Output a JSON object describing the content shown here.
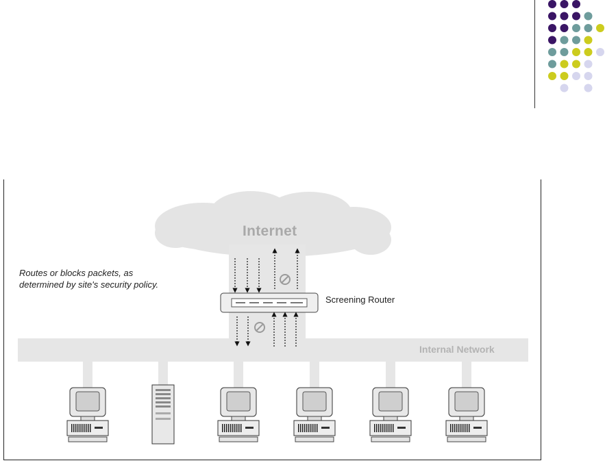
{
  "palette": {
    "purple": "#3a1565",
    "teal": "#6e9c9c",
    "yellow": "#cccc1e",
    "lavender": "#d6d6ee",
    "cloud": "#e4e4e4",
    "network_bar": "#e6e6e6"
  },
  "diagram": {
    "cloud_label": "Internet",
    "router_label": "Screening Router",
    "network_label": "Internal Network",
    "caption_lines": [
      "Routes or blocks packets, as",
      "determined by site's security policy."
    ],
    "blocked_icon": "no-entry-icon",
    "devices": [
      "workstation",
      "server-tower",
      "workstation",
      "workstation",
      "workstation",
      "workstation"
    ]
  }
}
